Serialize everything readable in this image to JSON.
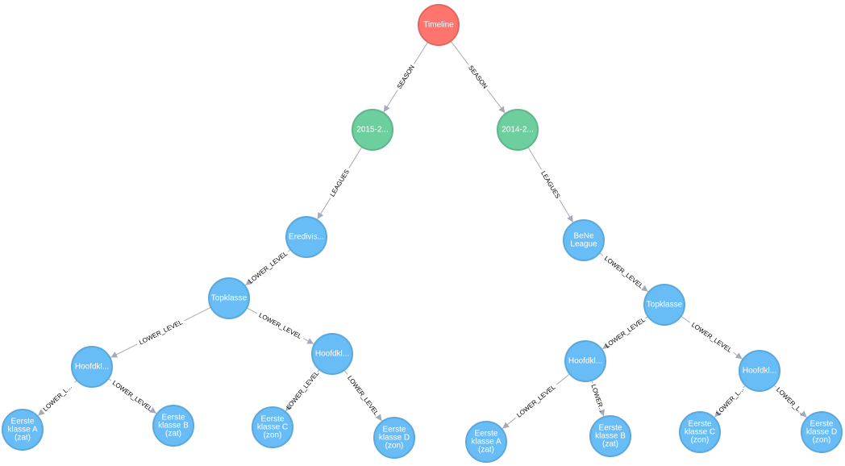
{
  "colors": {
    "timeline": {
      "fill": "#ff756e",
      "stroke": "#e06760"
    },
    "season": {
      "fill": "#6dce9e",
      "stroke": "#60b58b"
    },
    "league": {
      "fill": "#68bdf6",
      "stroke": "#5ca8db"
    },
    "edge": "#a5abb6"
  },
  "nodes": [
    {
      "id": "timeline",
      "type": "timeline",
      "lines": [
        "Timeline"
      ]
    },
    {
      "id": "s2015",
      "type": "season",
      "lines": [
        "2015-2..."
      ]
    },
    {
      "id": "s2014",
      "type": "season",
      "lines": [
        "2014-2..."
      ]
    },
    {
      "id": "eredivisie",
      "type": "league",
      "lines": [
        "Eredivis..."
      ]
    },
    {
      "id": "topklasse1",
      "type": "league",
      "lines": [
        "Topklasse"
      ]
    },
    {
      "id": "hoofd1",
      "type": "league",
      "lines": [
        "Hoofdkl..."
      ]
    },
    {
      "id": "hoofd2",
      "type": "league",
      "lines": [
        "Hoofdkl..."
      ]
    },
    {
      "id": "ek_a1",
      "type": "league",
      "lines": [
        "Eerste",
        "klasse A",
        "(zat)"
      ]
    },
    {
      "id": "ek_b1",
      "type": "league",
      "lines": [
        "Eerste",
        "klasse B",
        "(zat)"
      ]
    },
    {
      "id": "ek_c1",
      "type": "league",
      "lines": [
        "Eerste",
        "klasse C",
        "(zon)"
      ]
    },
    {
      "id": "ek_d1",
      "type": "league",
      "lines": [
        "Eerste",
        "klasse D",
        "(zon)"
      ]
    },
    {
      "id": "bene",
      "type": "league",
      "lines": [
        "BeNe",
        "League"
      ]
    },
    {
      "id": "topklasse2",
      "type": "league",
      "lines": [
        "Topklasse"
      ]
    },
    {
      "id": "hoofd3",
      "type": "league",
      "lines": [
        "Hoofdkl..."
      ]
    },
    {
      "id": "hoofd4",
      "type": "league",
      "lines": [
        "Hoofdkl..."
      ]
    },
    {
      "id": "ek_a2",
      "type": "league",
      "lines": [
        "Eerste",
        "klasse A",
        "(zat)"
      ]
    },
    {
      "id": "ek_b2",
      "type": "league",
      "lines": [
        "Eerste",
        "klasse B",
        "(zat)"
      ]
    },
    {
      "id": "ek_c2",
      "type": "league",
      "lines": [
        "Eerste",
        "klasse C",
        "(zon)"
      ]
    },
    {
      "id": "ek_d2",
      "type": "league",
      "lines": [
        "Eerste",
        "klasse D",
        "(zon)"
      ]
    }
  ],
  "edges": [
    {
      "from": "timeline",
      "to": "s2015",
      "label": "SEASON"
    },
    {
      "from": "timeline",
      "to": "s2014",
      "label": "SEASON"
    },
    {
      "from": "s2015",
      "to": "eredivisie",
      "label": "LEAGUES"
    },
    {
      "from": "s2014",
      "to": "bene",
      "label": "LEAGUES"
    },
    {
      "from": "eredivisie",
      "to": "topklasse1",
      "label": "LOWER_LEVEL"
    },
    {
      "from": "topklasse1",
      "to": "hoofd1",
      "label": "LOWER_LEVEL"
    },
    {
      "from": "topklasse1",
      "to": "hoofd2",
      "label": "LOWER_LEVEL"
    },
    {
      "from": "hoofd1",
      "to": "ek_a1",
      "label": "LOWER_L..."
    },
    {
      "from": "hoofd1",
      "to": "ek_b1",
      "label": "LOWER_LEVEL"
    },
    {
      "from": "hoofd2",
      "to": "ek_c1",
      "label": "LOWER_LEVEL"
    },
    {
      "from": "hoofd2",
      "to": "ek_d1",
      "label": "LOWER_LEVEL"
    },
    {
      "from": "bene",
      "to": "topklasse2",
      "label": "LOWER_LEVEL"
    },
    {
      "from": "topklasse2",
      "to": "hoofd3",
      "label": "LOWER_LEVEL"
    },
    {
      "from": "topklasse2",
      "to": "hoofd4",
      "label": "LOWER_LEVEL"
    },
    {
      "from": "hoofd3",
      "to": "ek_a2",
      "label": "LOWER_LEVEL"
    },
    {
      "from": "hoofd3",
      "to": "ek_b2",
      "label": "LOWER..."
    },
    {
      "from": "hoofd4",
      "to": "ek_c2",
      "label": "LOWER_L..."
    },
    {
      "from": "hoofd4",
      "to": "ek_d2",
      "label": "LOWER_L..."
    }
  ]
}
